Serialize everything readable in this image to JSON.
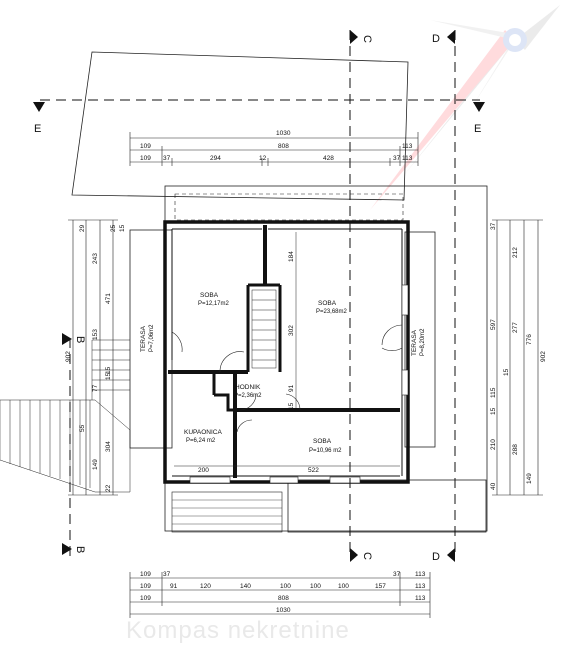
{
  "sections": {
    "c_top": "C",
    "d_top": "D",
    "e_left": "E",
    "e_right": "E",
    "b_left_top": "B",
    "b_left_bottom": "B",
    "c_bottom": "C",
    "d_bottom": "D"
  },
  "rooms": [
    {
      "name": "SOBA",
      "area": "P=12,17m2"
    },
    {
      "name": "SOBA",
      "area": "P=23,68m2"
    },
    {
      "name": "HODNIK",
      "area": "P=2,36m2"
    },
    {
      "name": "KUPAONICA",
      "area": "P=6,24 m2"
    },
    {
      "name": "SOBA",
      "area": "P=10,96 m2"
    }
  ],
  "terraces": [
    {
      "name": "TERASA",
      "area": "P=7,06m2"
    },
    {
      "name": "TERASA",
      "area": "P=8,20m2"
    }
  ],
  "top_dims": {
    "row1": [
      "1030"
    ],
    "row2": [
      "109",
      "808",
      "113"
    ],
    "row3": [
      "109",
      "37",
      "294",
      "12",
      "428",
      "37",
      "113"
    ]
  },
  "bottom_dims": {
    "row1": [
      "109",
      "37",
      "37",
      "113"
    ],
    "row2": [
      "109",
      "91",
      "120",
      "140",
      "100",
      "100",
      "100",
      "157",
      "113"
    ],
    "row3": [
      "109",
      "808",
      "113"
    ],
    "row4": [
      "1030"
    ]
  },
  "left_dims": {
    "col1": [
      "902"
    ],
    "col2": [
      "243",
      "149"
    ],
    "col3": [
      "471",
      "15",
      "304"
    ],
    "col4": [
      "29",
      "25",
      "15",
      "153",
      "77",
      "15",
      "55",
      "22"
    ]
  },
  "right_dims": {
    "col1": [
      "902"
    ],
    "col2": [
      "776"
    ],
    "col3": [
      "212",
      "277",
      "288",
      "149"
    ],
    "col4": [
      "37",
      "597",
      "115",
      "210",
      "15",
      "15",
      "40"
    ]
  },
  "interior_dims": [
    "184",
    "302",
    "91",
    "15",
    "200",
    "522"
  ],
  "watermark": "Kompas nekretnine"
}
